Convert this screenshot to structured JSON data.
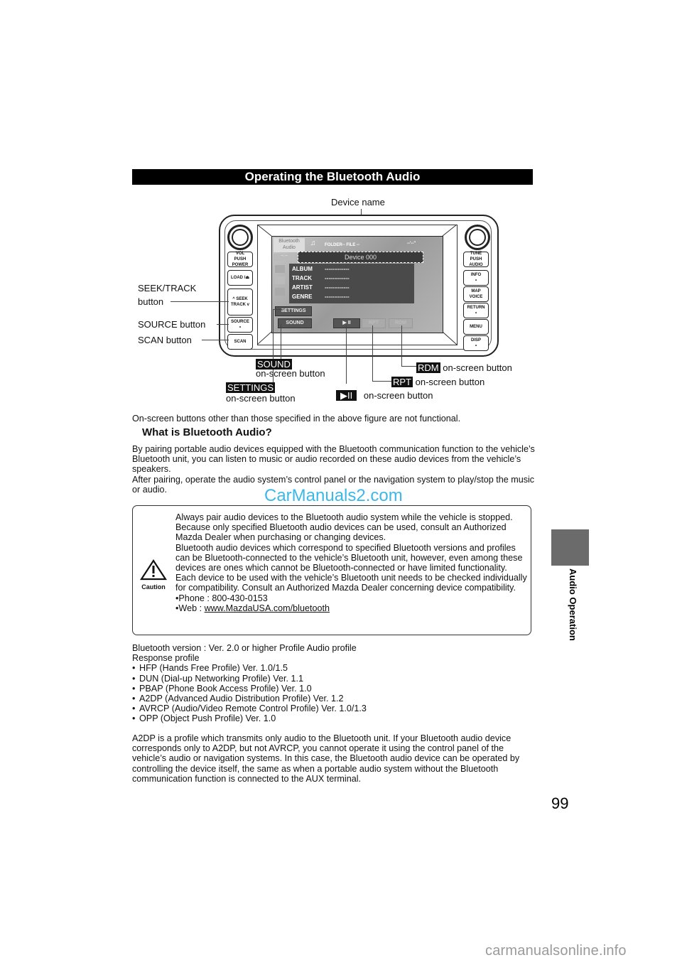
{
  "header": {
    "title": "Operating the Bluetooth Audio"
  },
  "side_tab": {
    "label": "Audio Operation"
  },
  "page_number": "99",
  "watermarks": {
    "mid": "CarManuals2.com",
    "bottom": "carmanualsonline.info"
  },
  "figure": {
    "callouts": {
      "device_name": "Device name",
      "seek_track_line1": "SEEK/TRACK",
      "seek_track_line2": "button",
      "source": "SOURCE button",
      "scan": "SCAN button",
      "sound_tag": "SOUND",
      "sound_desc": "on-screen button",
      "settings_tag": "SETTINGS",
      "settings_desc": "on-screen button",
      "play_pause_tag": "▶II",
      "play_pause_desc": "on-screen button",
      "rpt_tag": "RPT",
      "rpt_desc": "on-screen button",
      "rdm_tag": "RDM",
      "rdm_desc": "on-screen button"
    },
    "unit_left_buttons": [
      {
        "l1": "VOL",
        "l2": "PUSH POWER"
      },
      {
        "l1": "LOAD /⏏",
        "l2": ""
      },
      {
        "l1": "^ SEEK",
        "l2": "TRACK v"
      },
      {
        "l1": "SOURCE",
        "l2": "•"
      },
      {
        "l1": "SCAN",
        "l2": ""
      }
    ],
    "unit_right_buttons": [
      {
        "l1": "TUNE",
        "l2": "PUSH AUDIO"
      },
      {
        "l1": "INFO",
        "l2": "•"
      },
      {
        "l1": "MAP",
        "l2": "VOICE"
      },
      {
        "l1": "RETURN",
        "l2": "•"
      },
      {
        "l1": "MENU",
        "l2": ""
      },
      {
        "l1": "DISP",
        "l2": "•"
      }
    ],
    "screen": {
      "source_label_l1": "Bluetooth",
      "source_label_l2": "Audio",
      "folder_file": "FOLDER-- FILE --",
      "time": "--'--\"",
      "counter": "--:--",
      "device_name": "Device 000",
      "fields": [
        {
          "label": "ALBUM",
          "value": "-------------"
        },
        {
          "label": "TRACK",
          "value": "-------------"
        },
        {
          "label": "ARTIST",
          "value": "-------------"
        },
        {
          "label": "GENRE",
          "value": "-------------"
        }
      ],
      "buttons": {
        "settings": "SETTINGS",
        "sound": "SOUND",
        "play_pause": "▶ II",
        "rpt": "RPT",
        "rdm": "RDM"
      }
    }
  },
  "body": {
    "note": "On-screen buttons other than those specified in the above figure are not functional.",
    "heading": "What is Bluetooth Audio?",
    "para1": "By pairing portable audio devices equipped with the Bluetooth communication function to the vehicle’s Bluetooth unit, you can listen to music or audio recorded on these audio devices from the vehicle’s speakers.",
    "para2": "After pairing, operate the audio system’s control panel or the navigation system to play/stop the music or audio.",
    "caution": {
      "icon_label": "Caution",
      "p1": "Always pair audio devices to the Bluetooth audio system while the vehicle is stopped.",
      "p2": "Because only specified Bluetooth audio devices can be used, consult an Authorized Mazda Dealer when purchasing or changing devices.",
      "p3": "Bluetooth audio devices which correspond to specified Bluetooth versions and profiles can be Bluetooth-connected to the vehicle’s Bluetooth unit, however, even among these devices are ones which cannot be Bluetooth-connected or have limited functionality. Each device to be used with the vehicle’s Bluetooth unit needs to be checked individually for compatibility. Consult an Authorized Mazda Dealer concerning device compatibility.",
      "phone": "•Phone : 800-430-0153",
      "web_prefix": "•Web : ",
      "web_link": "www.MazdaUSA.com/bluetooth"
    },
    "version_line": "Bluetooth version : Ver. 2.0 or higher Profile Audio profile",
    "response_line": "Response profile",
    "profiles": [
      "HFP (Hands Free Profile) Ver. 1.0/1.5",
      "DUN (Dial-up Networking Profile) Ver. 1.1",
      "PBAP (Phone Book Access Profile) Ver. 1.0",
      "A2DP (Advanced Audio Distribution Profile) Ver. 1.2",
      "AVRCP (Audio/Video Remote Control Profile) Ver. 1.0/1.3",
      "OPP (Object Push Profile) Ver. 1.0"
    ],
    "para3": "A2DP is a profile which transmits only audio to the Bluetooth unit. If your Bluetooth audio device corresponds only to A2DP, but not AVRCP, you cannot operate it using the control panel of the vehicle’s audio or navigation systems. In this case, the Bluetooth audio device can be operated by controlling the device itself, the same as when a portable audio system without the Bluetooth communication function is connected to the AUX terminal."
  }
}
